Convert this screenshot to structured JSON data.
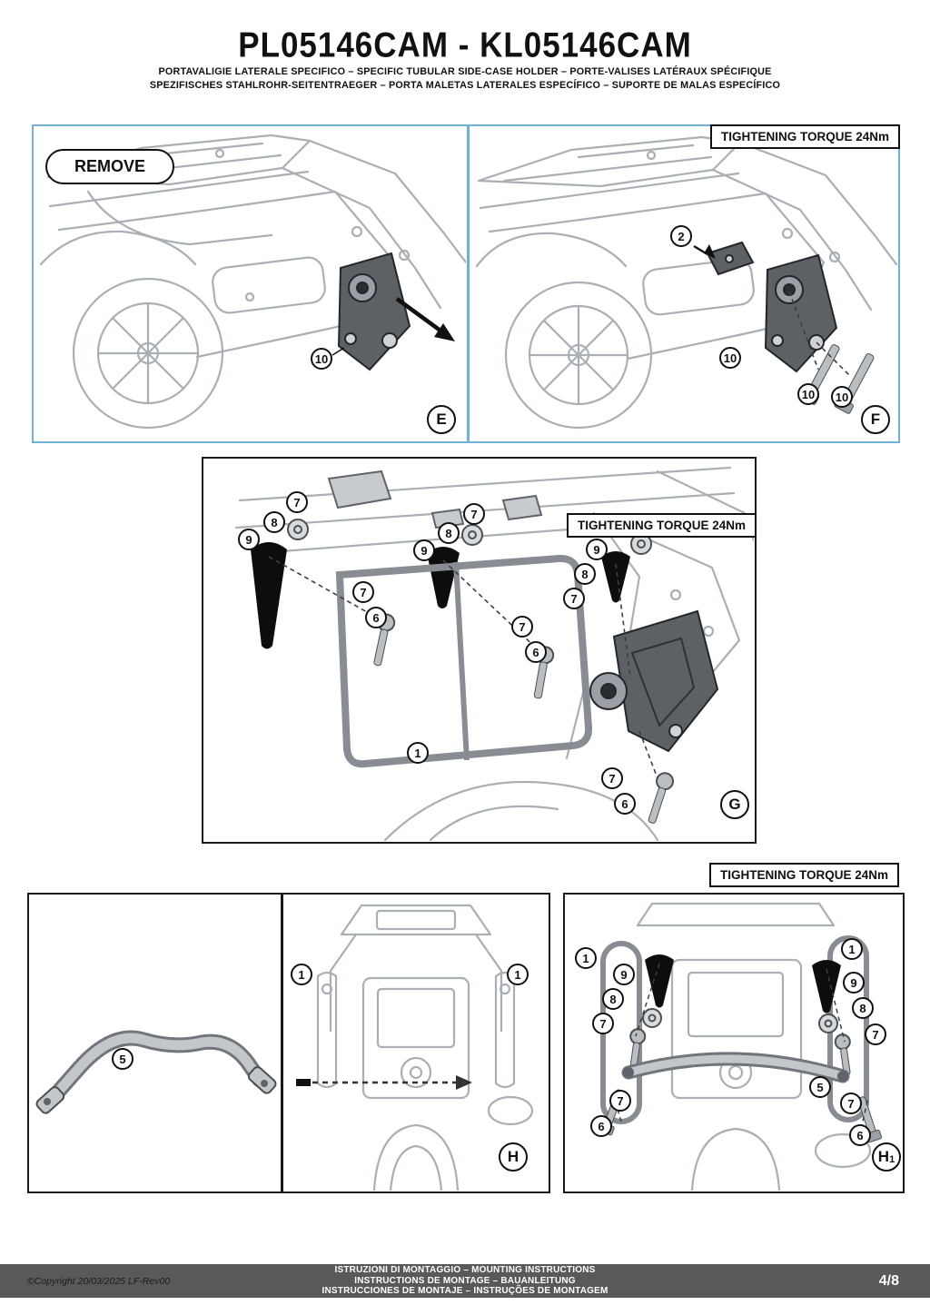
{
  "header": {
    "title": "PL05146CAM - KL05146CAM",
    "subtitle_line1": "PORTAVALIGIE LATERALE SPECIFICO  –  SPECIFIC TUBULAR SIDE-CASE HOLDER  – PORTE-VALISES LATÉRAUX SPÉCIFIQUE",
    "subtitle_line2": "SPEZIFISCHES STAHLROHR-SEITENTRAEGER – PORTA MALETAS LATERALES ESPECÍFICO – SUPORTE DE MALAS ESPECÍFICO"
  },
  "panels": {
    "e": {
      "letter": "E",
      "remove_label": "REMOVE",
      "callouts": [
        "10"
      ]
    },
    "f": {
      "letter": "F",
      "torque": "TIGHTENING TORQUE 24Nm",
      "callouts": [
        "2",
        "10",
        "10",
        "10"
      ]
    },
    "g": {
      "letter": "G",
      "torque": "TIGHTENING TORQUE 24Nm",
      "callouts": [
        "7",
        "8",
        "9",
        "7",
        "8",
        "9",
        "9",
        "8",
        "7",
        "7",
        "6",
        "7",
        "6",
        "1",
        "7",
        "6"
      ]
    },
    "bar": {
      "callouts": [
        "5"
      ]
    },
    "h": {
      "letter": "H",
      "callouts": [
        "1",
        "1"
      ]
    },
    "h1": {
      "letter": "H",
      "letter_sub": "1",
      "torque": "TIGHTENING TORQUE 24Nm",
      "callouts": [
        "1",
        "9",
        "8",
        "7",
        "1",
        "9",
        "8",
        "7",
        "7",
        "6",
        "5",
        "7",
        "6"
      ]
    }
  },
  "footer": {
    "line1": "ISTRUZIONI DI MONTAGGIO  –  MOUNTING INSTRUCTIONS",
    "line2": "INSTRUCTIONS DE MONTAGE – BAUANLEITUNG",
    "line3": "INSTRUCCIONES DE MONTAJE – INSTRUÇÕES DE MONTAGEM",
    "copyright": "©Copyright 20/03/2025 LF-Rev00",
    "page": "4/8"
  },
  "colors": {
    "panel_border_blue": "#6fb1d8",
    "panel_border_dark": "#1a1a1a",
    "footer_band": "#58595b",
    "callout_border": "#111111",
    "bracket_gray": "#5c6166",
    "rubber_black": "#0d0d0d"
  }
}
